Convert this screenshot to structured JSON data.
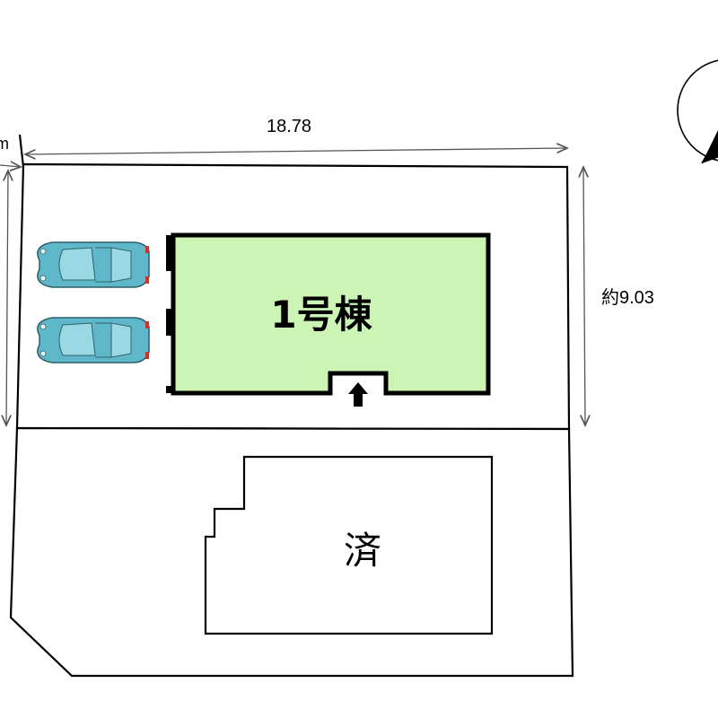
{
  "dimensions": {
    "top": "18.78",
    "right": "約9.03",
    "left_cut": "m"
  },
  "buildings": {
    "new": {
      "label": "1号棟",
      "fill": "#ccf5b5"
    },
    "sold": {
      "label": "済"
    }
  },
  "cars": {
    "count": 2,
    "color": "#5fb8c9"
  },
  "icons": {
    "compass": "north-arrow-icon",
    "entrance": "entrance-arrow-icon",
    "car": "car-icon"
  }
}
